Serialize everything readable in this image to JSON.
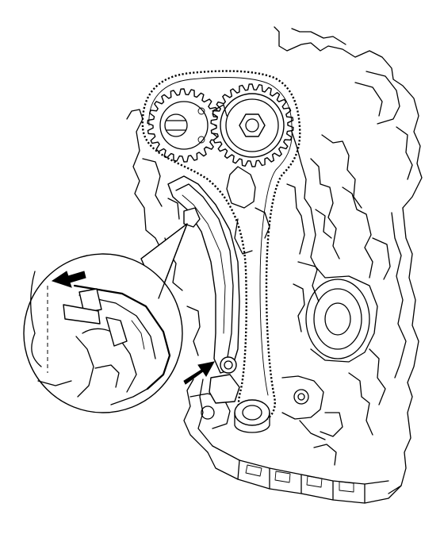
{
  "figure": {
    "colors": {
      "line": "#000000",
      "background": "#ffffff"
    },
    "parts": [
      "engine-block",
      "timing-chain",
      "exhaust-camshaft-sprocket",
      "intake-camshaft-timing-gear",
      "chain-tensioner-slipper",
      "crankshaft-sprocket",
      "tensioner-pivot-bolt",
      "detail-magnifier"
    ],
    "icons": [
      "direction-arrow-icon",
      "direction-arrow-icon"
    ]
  }
}
